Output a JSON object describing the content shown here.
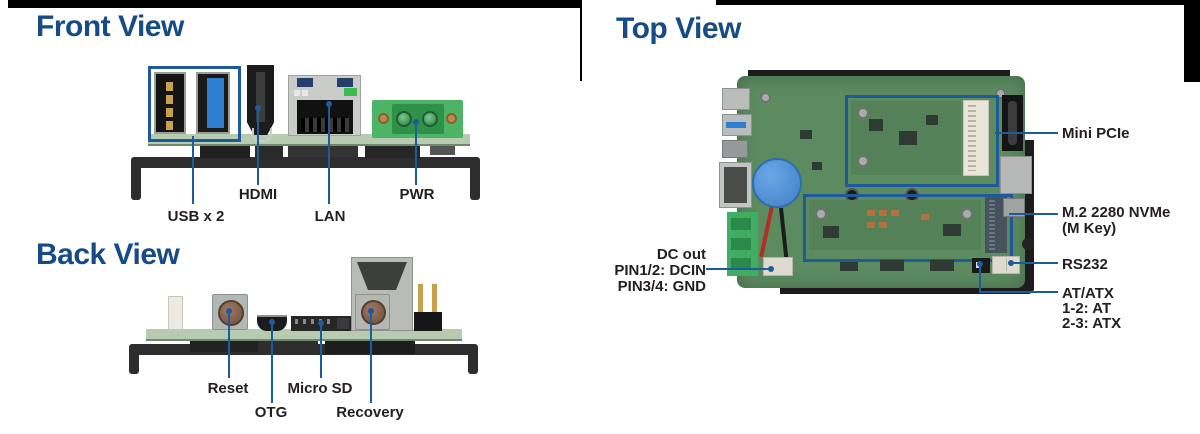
{
  "page": {
    "background": "#ffffff",
    "heading_color": "#164b87",
    "accent_blue": "#1e5b9c",
    "label_color": "#231f20",
    "pcb_green_side": "#b7cbb0",
    "pcb_green_top": "#5c8b60",
    "terminal_green": "#3fae62",
    "battery_blue": "#4a8fd4",
    "chassis_black": "#1c1c1c"
  },
  "front_view": {
    "title": "Front View",
    "callouts": {
      "usb": "USB x 2",
      "hdmi": "HDMI",
      "lan": "LAN",
      "pwr": "PWR"
    }
  },
  "back_view": {
    "title": "Back View",
    "callouts": {
      "reset": "Reset",
      "otg": "OTG",
      "micro_sd": "Micro SD",
      "recovery": "Recovery"
    }
  },
  "top_view": {
    "title": "Top View",
    "callouts": {
      "dc_out": {
        "lines": [
          "DC out",
          "PIN1/2: DCIN",
          "PIN3/4: GND"
        ]
      },
      "mini_pcie": "Mini PCIe",
      "m2": {
        "lines": [
          "M.2 2280 NVMe",
          "(M Key)"
        ]
      },
      "rs232": "RS232",
      "at_atx": {
        "lines": [
          "AT/ATX",
          "1-2: AT",
          "2-3: ATX"
        ]
      }
    }
  }
}
